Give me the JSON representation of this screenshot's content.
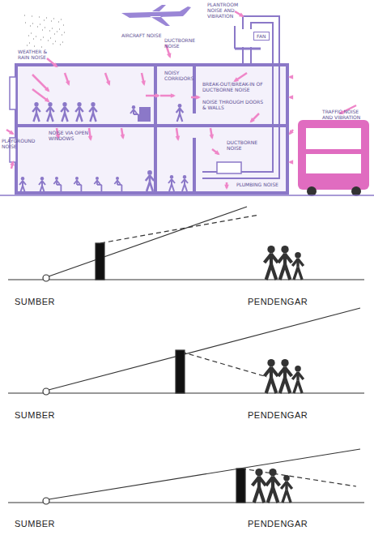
{
  "diagram": {
    "nodes": [
      {
        "text": [
          "FAN"
        ]
      }
    ],
    "labels": [
      "AIRCRAFT NOISE",
      "PLANTROOM NOISE AND VIBRATION",
      "WEATHER & RAIN NOISE",
      "DUCTBORNE NOISE",
      "NOISY CORRIDORS",
      "BREAK-OUT/BREAK-IN OF DUCTBORNE NOISE",
      "NOISE THROUGH DOORS & WALLS",
      "TRAFFIC NOISE AND VIBRATION",
      "PLAYGROUND NOISE",
      "NOISE VIA OPEN WINDOWS",
      "DUCTBORNE NOISE",
      "PLUMBING NOISE",
      "SUMBER",
      "PENDENGAR",
      "SUMBER",
      "PENDENGAR",
      "SUMBER",
      "PENDENGAR"
    ]
  }
}
